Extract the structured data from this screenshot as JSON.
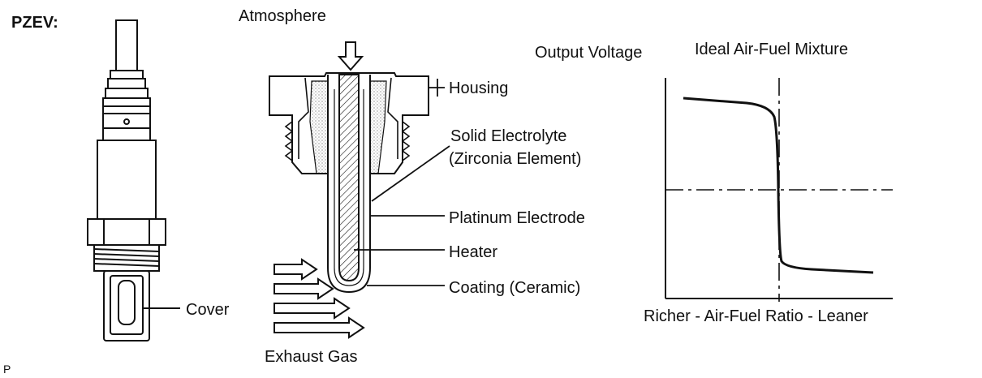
{
  "title": "PZEV:",
  "footer_mark": "P",
  "sensor": {
    "cover_label": "Cover"
  },
  "cross_section": {
    "atmosphere_label": "Atmosphere",
    "exhaust_label": "Exhaust Gas",
    "callouts": {
      "housing": "Housing",
      "solid_electrolyte_line1": "Solid  Electrolyte",
      "solid_electrolyte_line2": "(Zirconia Element)",
      "platinum_electrode": "Platinum Electrode",
      "heater": "Heater",
      "coating": "Coating (Ceramic)"
    }
  },
  "graph": {
    "y_label": "Output Voltage",
    "ideal_label": "Ideal Air-Fuel Mixture",
    "x_label": "Richer - Air-Fuel Ratio - Leaner"
  },
  "colors": {
    "ink": "#111111",
    "background": "#ffffff"
  }
}
